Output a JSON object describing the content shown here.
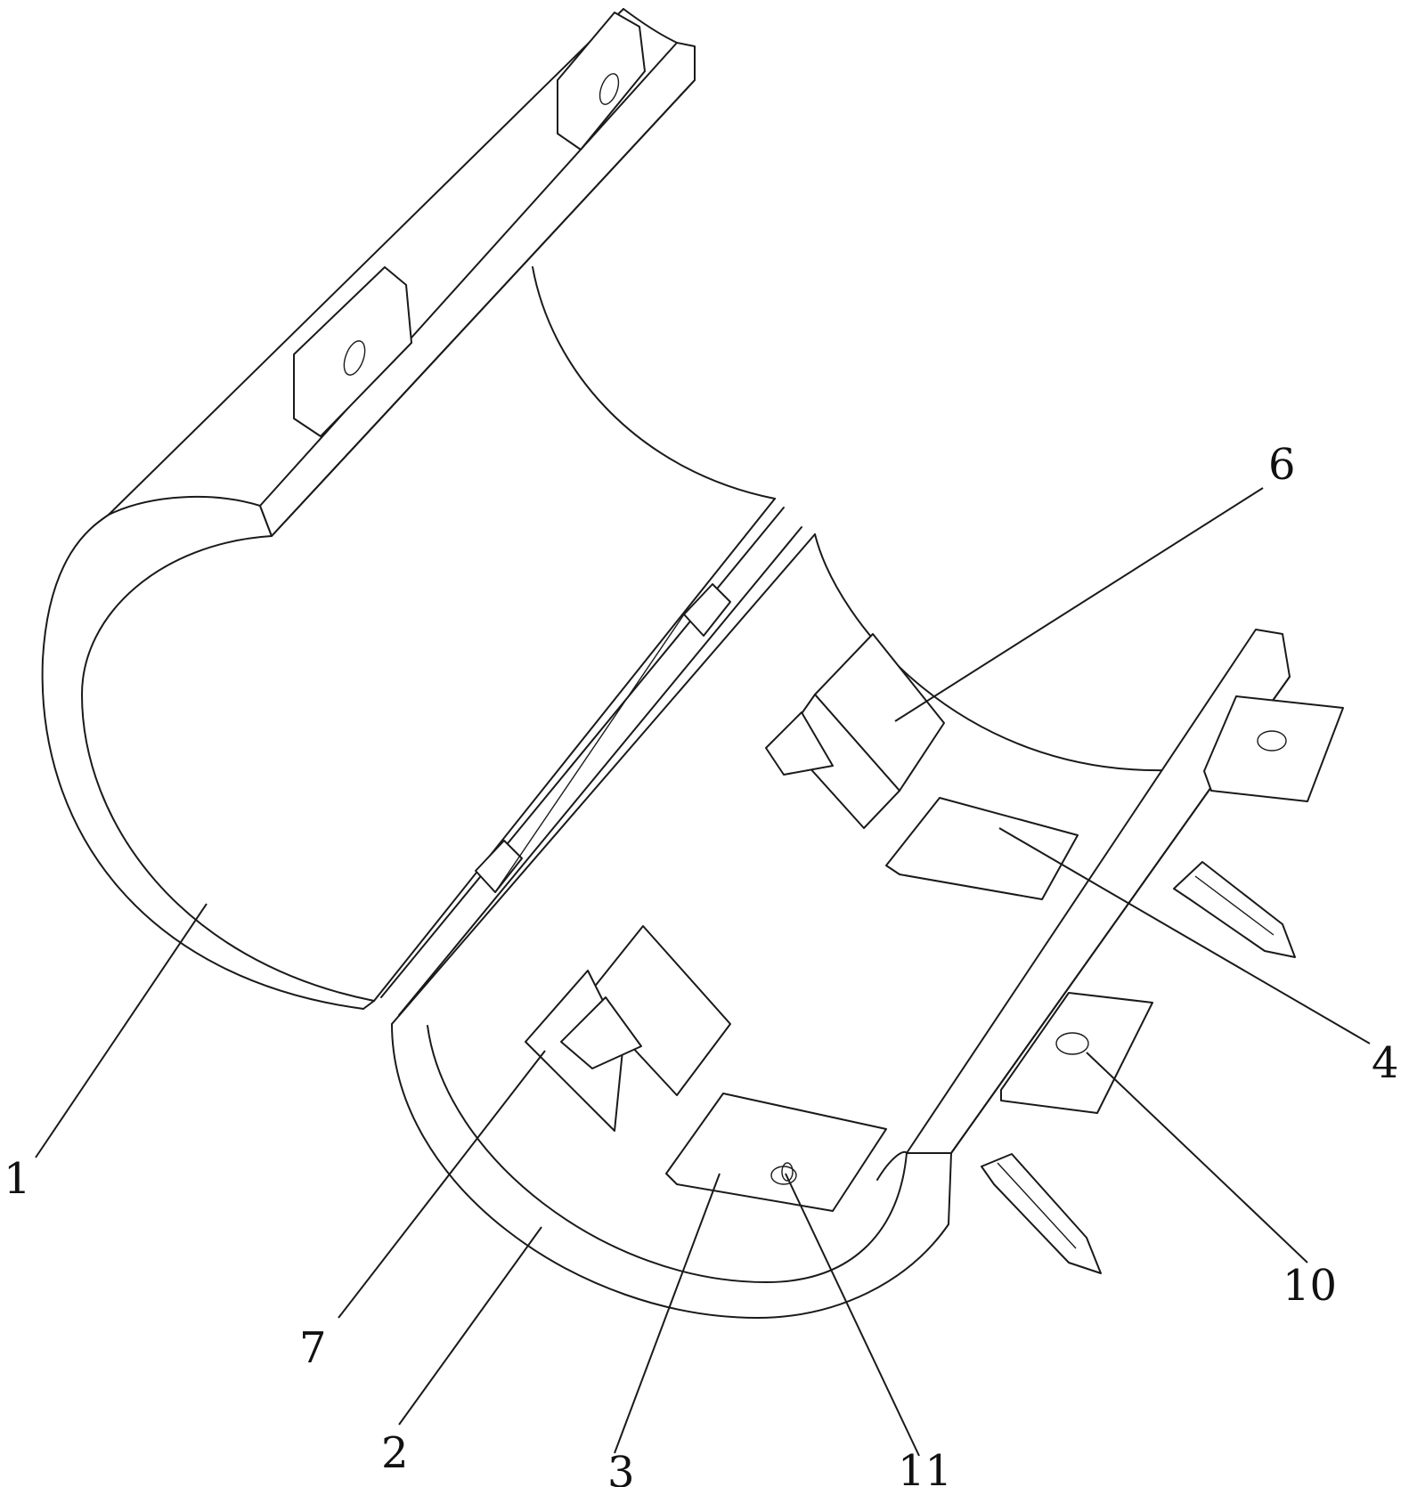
{
  "labels": {
    "l1": "1",
    "l2": "2",
    "l3": "3",
    "l4": "4",
    "l6": "6",
    "l7": "7",
    "l10": "10",
    "l11": "11"
  }
}
